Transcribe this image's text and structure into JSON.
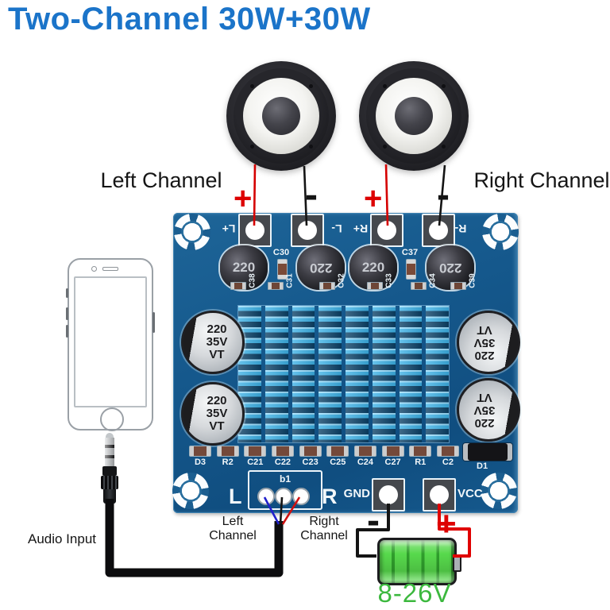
{
  "title": "Two-Channel 30W+30W",
  "channels": {
    "left": "Left Channel",
    "right": "Right Channel"
  },
  "polarity": {
    "plus": "+",
    "minus": "-"
  },
  "board": {
    "terminals": [
      "L+",
      "L-",
      "R+",
      "R-"
    ],
    "inductor_value": "220",
    "cap_lines": [
      "220",
      "35V",
      "VT"
    ],
    "smd_vertical": [
      "C30",
      "C37"
    ],
    "smd_rotated": [
      "C38",
      "C31",
      "C32",
      "C33",
      "C34",
      "C39"
    ],
    "bottom_components": [
      "D3",
      "R2",
      "C21",
      "C22",
      "C23",
      "C25",
      "C24",
      "C27",
      "R1",
      "C2"
    ],
    "diode": "D1",
    "audio_header": {
      "name": "b1",
      "left": "L",
      "right": "R"
    },
    "gnd": "GND",
    "vcc": "VCC"
  },
  "bottom_labels": {
    "audio_input": "Audio Input",
    "left_line1": "Left",
    "left_line2": "Channel",
    "right_line1": "Right",
    "right_line2": "Channel"
  },
  "battery": {
    "range": "8-26V"
  },
  "colors": {
    "title_blue": "#1b74c9",
    "plus_red": "#dd0000",
    "battery_green": "#3cb83e",
    "board_blue": "#15588c",
    "heatsink_blue": "#3db2e7",
    "wire_red": "#d50000",
    "wire_black": "#141414",
    "wire_blue": "#2020cc"
  }
}
